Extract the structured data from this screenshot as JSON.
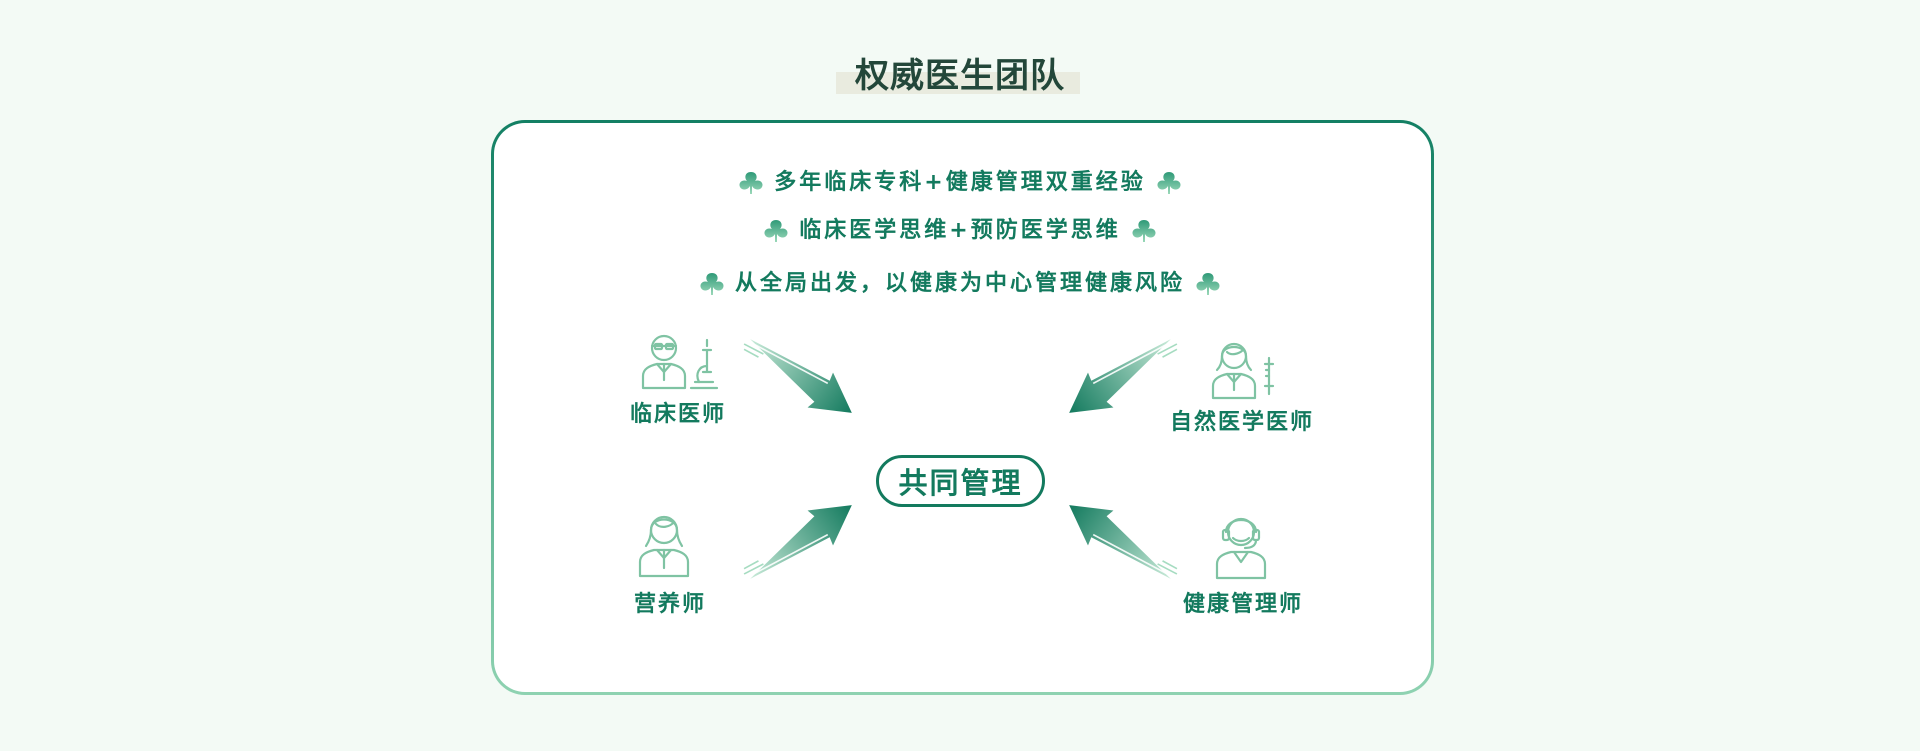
{
  "page": {
    "title": "权威医生团队"
  },
  "features": [
    "多年临床专科+健康管理双重经验",
    "临床医学思维+预防医学思维",
    "从全局出发，以健康为中心管理健康风险"
  ],
  "roles": {
    "clinical": {
      "label": "临床医师",
      "icon": "doctor-with-microscope-icon"
    },
    "natural": {
      "label": "自然医学医师",
      "icon": "female-doctor-with-syringe-icon"
    },
    "nutritionist": {
      "label": "营养师",
      "icon": "female-nutritionist-icon"
    },
    "health_manager": {
      "label": "健康管理师",
      "icon": "headset-health-manager-icon"
    }
  },
  "center": {
    "label": "共同管理"
  },
  "colors": {
    "primary": "#137a5e",
    "light": "#8ed2b1",
    "background": "#f3faf5",
    "title": "#23473a"
  }
}
